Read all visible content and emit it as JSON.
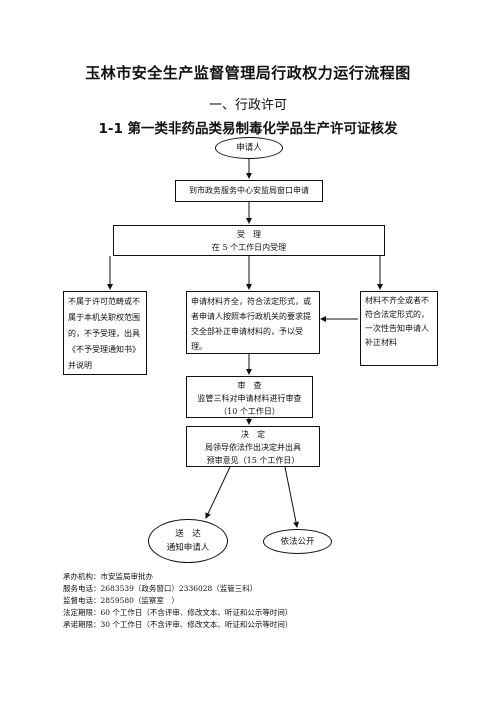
{
  "title": "玉林市安全生产监督管理局行政权力运行流程图",
  "section": "一、行政许可",
  "subtitle": "1-1 第一类非药品类易制毒化学品生产许可证核发",
  "nodes": {
    "applicant": "申请人",
    "apply_window": "到市政务服务中心安监局窗口申请",
    "accept_title": "受　理",
    "accept_desc": "在 5 个工作日内受理",
    "not_accept": "不属于许可范畴或不属于本机关职权范围的，不予受理，出具《不予受理通知书》并说明",
    "complete": "申请材料齐全，符合法定形式，或者申请人按照本行政机关的要求提交全部补正申请材料的，予以受理。",
    "incomplete": "材料不齐全或者不符合法定形式的，一次性告知申请人补正材料",
    "review_title": "审　查",
    "review_desc": "监管三科对申请材料进行审查",
    "review_time": "（10 个工作日）",
    "decide_title": "决　定",
    "decide_desc": "局领导依法作出决定并出具",
    "decide_time": "预审意见（15 个工作日）",
    "deliver_title": "送　达",
    "deliver_desc": "通知申请人",
    "publish": "依法公开"
  },
  "footer": [
    "承办机构：市安监局审批办",
    "服务电话：2683539（政务窗口）2336028（监管三科）",
    "监督电话：2859580（监察室　）",
    "法定期限：60 个工作日（不含评审、修改文本、听证和公示等时间）",
    "承诺期限：30 个工作日（不含评审、修改文本、听证和公示等时间）"
  ]
}
